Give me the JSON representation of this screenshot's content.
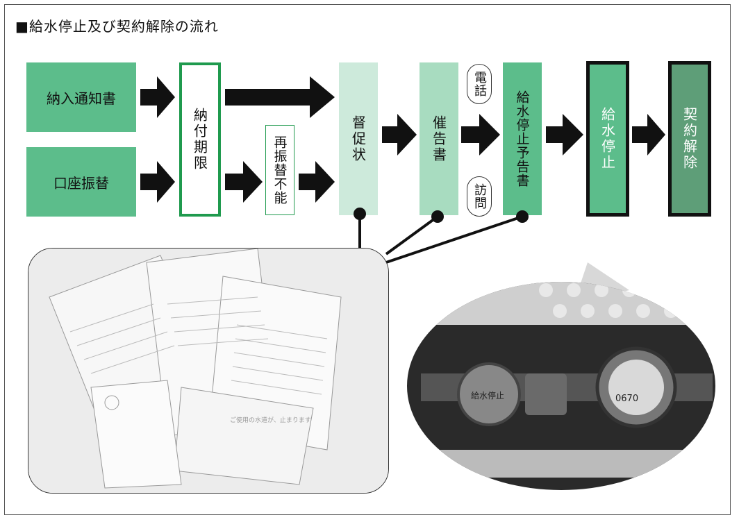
{
  "title": "■給水停止及び契約解除の流れ",
  "flow": {
    "notice": "納入通知書",
    "autodebit": "口座振替",
    "deadline": "納付期限",
    "redebit_fail": "再振替不能",
    "reminder": "督促状",
    "demand": "催告書",
    "phone": "電話",
    "visit": "訪問",
    "stop_notice": "給水停止予告書",
    "water_stop": "給水停止",
    "contract_cancel": "契約解除"
  },
  "colors": {
    "green": "#5cbd8b",
    "light_green": "#cdeadb",
    "mid_green": "#a8dcc0",
    "deep_green": "#7cc49b",
    "dark_box": "#5e9e78",
    "outline_green": "#1f9a4e"
  },
  "photos": {
    "documents_card": "ご使用の水道が、止まります",
    "meter_tag": "給水停止",
    "meter_number": "0670"
  }
}
